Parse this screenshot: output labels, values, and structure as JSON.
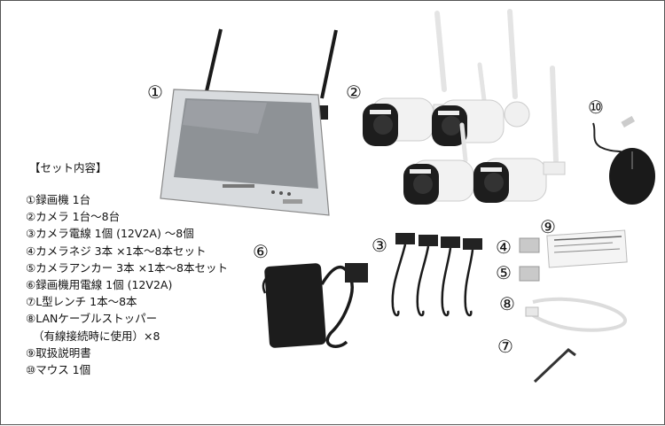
{
  "callouts": {
    "n1": "①",
    "n2": "②",
    "n3": "③",
    "n4": "④",
    "n5": "⑤",
    "n6": "⑥",
    "n7": "⑦",
    "n8": "⑧",
    "n9": "⑨",
    "n10": "⑩"
  },
  "set_contents": {
    "title": "【セット内容】",
    "items": [
      "①録画機 1台",
      "②カメラ 1台～8台",
      "③カメラ電線 1個 (12V2A) ～8個",
      "④カメラネジ 3本 ×1本～8本セット",
      "⑤カメラアンカー 3本 ×1本～8本セット",
      "⑥録画機用電線 1個 (12V2A)",
      "⑦L型レンチ 1本～8本",
      "⑧LANケーブルストッパー",
      "（有線接続時に使用）×8",
      "⑨取扱説明書",
      "⑩マウス 1個"
    ]
  },
  "colors": {
    "accent": "#f2f2f2",
    "frame": "#c9ccd0",
    "screen": "#8e9296",
    "black": "#1a1a1a"
  }
}
